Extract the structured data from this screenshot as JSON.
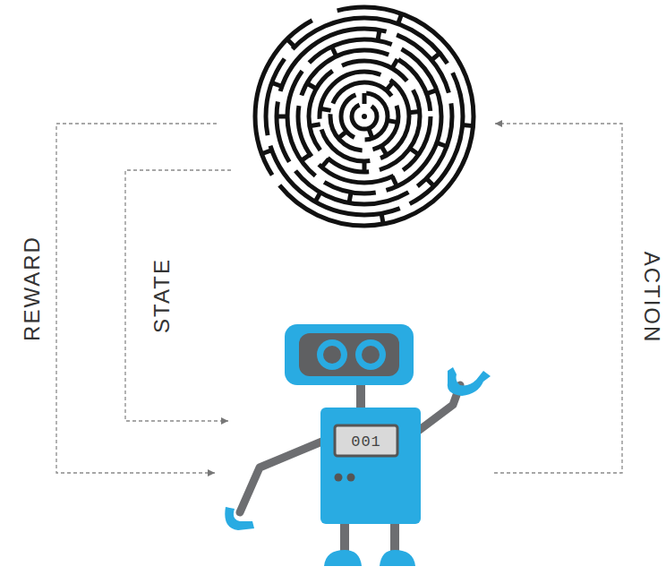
{
  "diagram": {
    "labels": [
      "REWARD",
      "STATE",
      "ACTION",
      "001"
    ]
  }
}
